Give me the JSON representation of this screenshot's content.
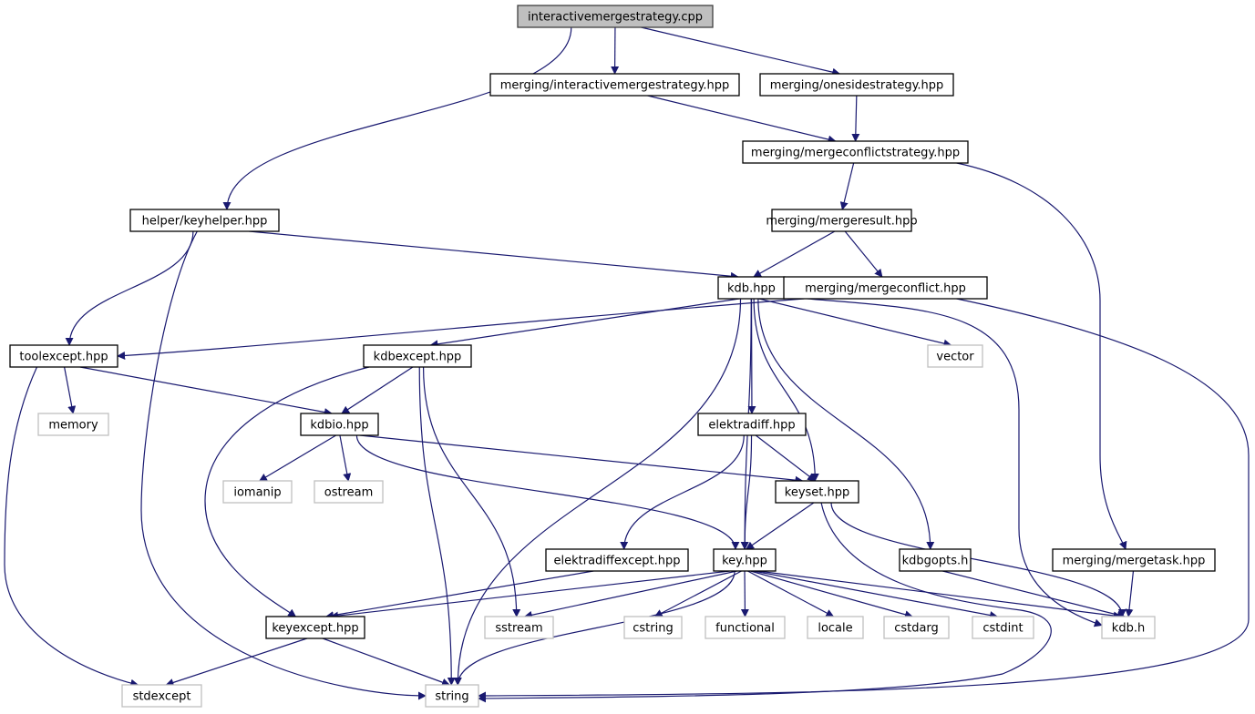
{
  "title": "interactivemergestrategy.cpp",
  "colors": {
    "edge": "#191970",
    "root_fill": "#bfbfbf",
    "root_stroke": "#404040",
    "documented_stroke": "#000000",
    "undocumented_stroke": "#bfbfbf",
    "node_fill": "#ffffff"
  },
  "nodes": [
    {
      "id": "root",
      "label": "interactivemergestrategy.cpp",
      "kind": "root"
    },
    {
      "id": "ims",
      "label": "merging/interactivemergestrategy.hpp",
      "kind": "documented"
    },
    {
      "id": "oss",
      "label": "merging/onesidestrategy.hpp",
      "kind": "documented"
    },
    {
      "id": "mcs",
      "label": "merging/mergeconflictstrategy.hpp",
      "kind": "documented"
    },
    {
      "id": "kh",
      "label": "helper/keyhelper.hpp",
      "kind": "documented"
    },
    {
      "id": "mr",
      "label": "merging/mergeresult.hpp",
      "kind": "documented"
    },
    {
      "id": "kdbhpp",
      "label": "kdb.hpp",
      "kind": "documented"
    },
    {
      "id": "mc",
      "label": "merging/mergeconflict.hpp",
      "kind": "documented"
    },
    {
      "id": "te",
      "label": "toolexcept.hpp",
      "kind": "documented"
    },
    {
      "id": "kdbex",
      "label": "kdbexcept.hpp",
      "kind": "documented"
    },
    {
      "id": "vector",
      "label": "vector",
      "kind": "system"
    },
    {
      "id": "memory",
      "label": "memory",
      "kind": "system"
    },
    {
      "id": "kdbio",
      "label": "kdbio.hpp",
      "kind": "documented"
    },
    {
      "id": "ed",
      "label": "elektradiff.hpp",
      "kind": "documented"
    },
    {
      "id": "iomanip",
      "label": "iomanip",
      "kind": "system"
    },
    {
      "id": "ostream",
      "label": "ostream",
      "kind": "system"
    },
    {
      "id": "ks",
      "label": "keyset.hpp",
      "kind": "documented"
    },
    {
      "id": "ede",
      "label": "elektradiffexcept.hpp",
      "kind": "documented"
    },
    {
      "id": "key",
      "label": "key.hpp",
      "kind": "documented"
    },
    {
      "id": "kgo",
      "label": "kdbgopts.h",
      "kind": "documented"
    },
    {
      "id": "mt",
      "label": "merging/mergetask.hpp",
      "kind": "documented"
    },
    {
      "id": "ke",
      "label": "keyexcept.hpp",
      "kind": "documented"
    },
    {
      "id": "sstream",
      "label": "sstream",
      "kind": "system"
    },
    {
      "id": "cstring",
      "label": "cstring",
      "kind": "system"
    },
    {
      "id": "functional",
      "label": "functional",
      "kind": "system"
    },
    {
      "id": "locale",
      "label": "locale",
      "kind": "system"
    },
    {
      "id": "cstdarg",
      "label": "cstdarg",
      "kind": "system"
    },
    {
      "id": "cstdint",
      "label": "cstdint",
      "kind": "system"
    },
    {
      "id": "kdbh",
      "label": "kdb.h",
      "kind": "system"
    },
    {
      "id": "stdexcept",
      "label": "stdexcept",
      "kind": "system"
    },
    {
      "id": "string",
      "label": "string",
      "kind": "system"
    }
  ],
  "edges": [
    [
      "root",
      "ims"
    ],
    [
      "root",
      "oss"
    ],
    [
      "root",
      "kh"
    ],
    [
      "ims",
      "mcs"
    ],
    [
      "oss",
      "mcs"
    ],
    [
      "mcs",
      "mr"
    ],
    [
      "mcs",
      "mt"
    ],
    [
      "kh",
      "te"
    ],
    [
      "kh",
      "kdbhpp"
    ],
    [
      "kh",
      "string"
    ],
    [
      "mr",
      "kdbhpp"
    ],
    [
      "mr",
      "mc"
    ],
    [
      "mc",
      "te"
    ],
    [
      "mc",
      "string"
    ],
    [
      "kdbhpp",
      "kdbex"
    ],
    [
      "kdbhpp",
      "vector"
    ],
    [
      "kdbhpp",
      "ed"
    ],
    [
      "kdbhpp",
      "ks"
    ],
    [
      "kdbhpp",
      "key"
    ],
    [
      "kdbhpp",
      "kgo"
    ],
    [
      "kdbhpp",
      "kdbh"
    ],
    [
      "kdbhpp",
      "string"
    ],
    [
      "te",
      "memory"
    ],
    [
      "te",
      "kdbio"
    ],
    [
      "te",
      "stdexcept"
    ],
    [
      "kdbex",
      "kdbio"
    ],
    [
      "kdbex",
      "ke"
    ],
    [
      "kdbex",
      "sstream"
    ],
    [
      "kdbex",
      "string"
    ],
    [
      "kdbio",
      "iomanip"
    ],
    [
      "kdbio",
      "ostream"
    ],
    [
      "kdbio",
      "ks"
    ],
    [
      "kdbio",
      "key"
    ],
    [
      "ed",
      "ks"
    ],
    [
      "ed",
      "key"
    ],
    [
      "ed",
      "ede"
    ],
    [
      "ks",
      "key"
    ],
    [
      "ks",
      "kdbh"
    ],
    [
      "ks",
      "string"
    ],
    [
      "ede",
      "ke"
    ],
    [
      "key",
      "ke"
    ],
    [
      "key",
      "sstream"
    ],
    [
      "key",
      "cstring"
    ],
    [
      "key",
      "functional"
    ],
    [
      "key",
      "locale"
    ],
    [
      "key",
      "cstdarg"
    ],
    [
      "key",
      "cstdint"
    ],
    [
      "key",
      "kdbh"
    ],
    [
      "key",
      "string"
    ],
    [
      "kgo",
      "kdbh"
    ],
    [
      "mt",
      "kdbh"
    ],
    [
      "ke",
      "stdexcept"
    ],
    [
      "ke",
      "string"
    ]
  ]
}
